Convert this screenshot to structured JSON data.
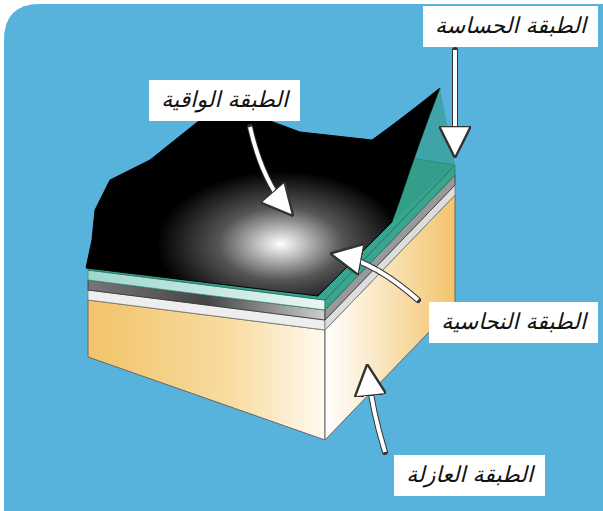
{
  "diagram": {
    "labels": [
      "الطبقة الواقية",
      "الطبقة الحساسة",
      "الطبقة النحاسية",
      "الطبقة العازلة"
    ]
  }
}
